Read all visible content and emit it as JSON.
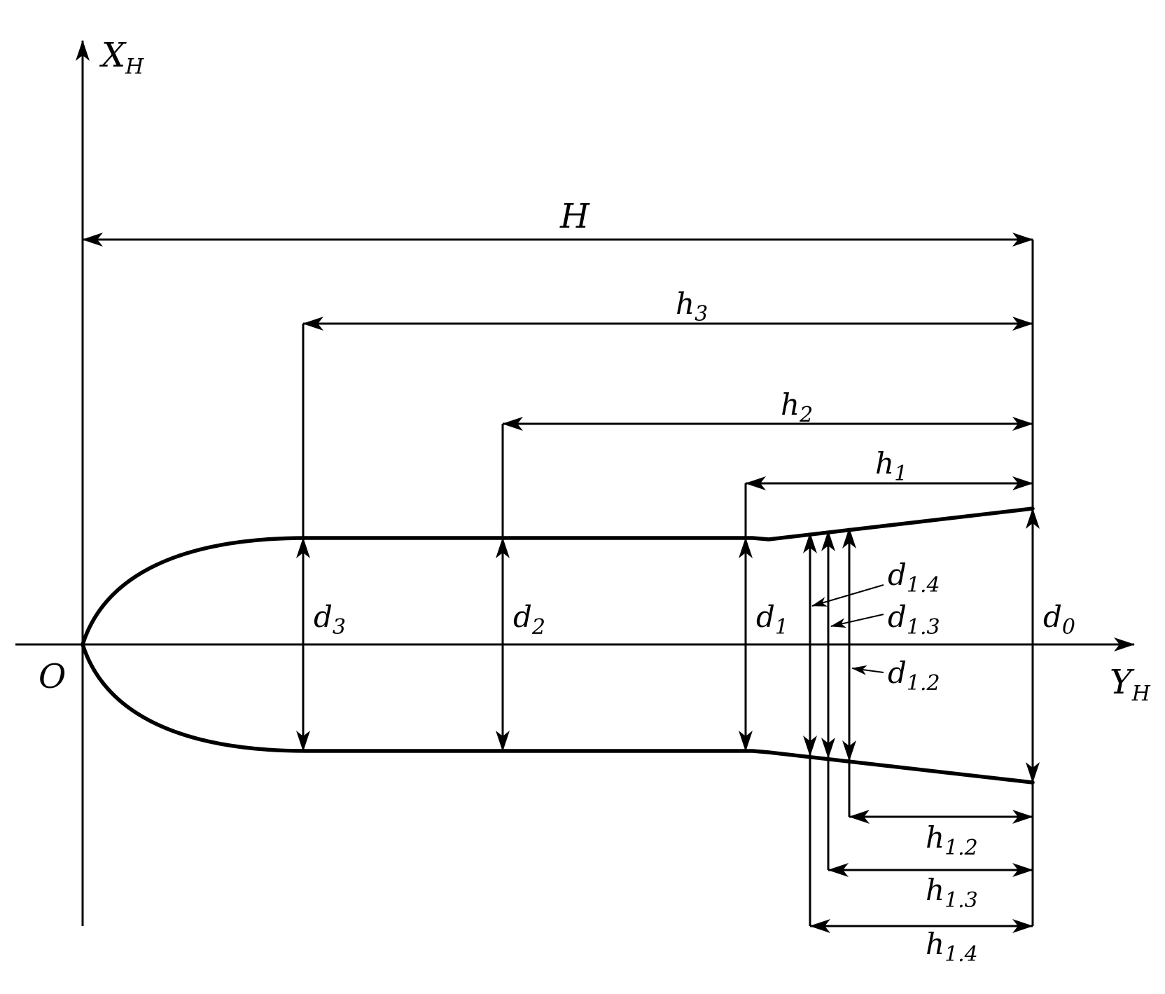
{
  "axes": {
    "x_axis": {
      "main": "X",
      "sub": "H"
    },
    "y_axis": {
      "main": "Y",
      "sub": "H"
    },
    "origin": "O"
  },
  "dimensions": {
    "H": {
      "main": "H",
      "sub": ""
    },
    "h3": {
      "main": "h",
      "sub": "3"
    },
    "h2": {
      "main": "h",
      "sub": "2"
    },
    "h1": {
      "main": "h",
      "sub": "1"
    },
    "h1_2": {
      "main": "h",
      "sub": "1.2"
    },
    "h1_3": {
      "main": "h",
      "sub": "1.3"
    },
    "h1_4": {
      "main": "h",
      "sub": "1.4"
    }
  },
  "diameters": {
    "d3": {
      "main": "d",
      "sub": "3"
    },
    "d2": {
      "main": "d",
      "sub": "2"
    },
    "d1": {
      "main": "d",
      "sub": "1"
    },
    "d0": {
      "main": "d",
      "sub": "0"
    },
    "d1_4": {
      "main": "d",
      "sub": "1.4"
    },
    "d1_3": {
      "main": "d",
      "sub": "1.3"
    },
    "d1_2": {
      "main": "d",
      "sub": "1.2"
    }
  }
}
